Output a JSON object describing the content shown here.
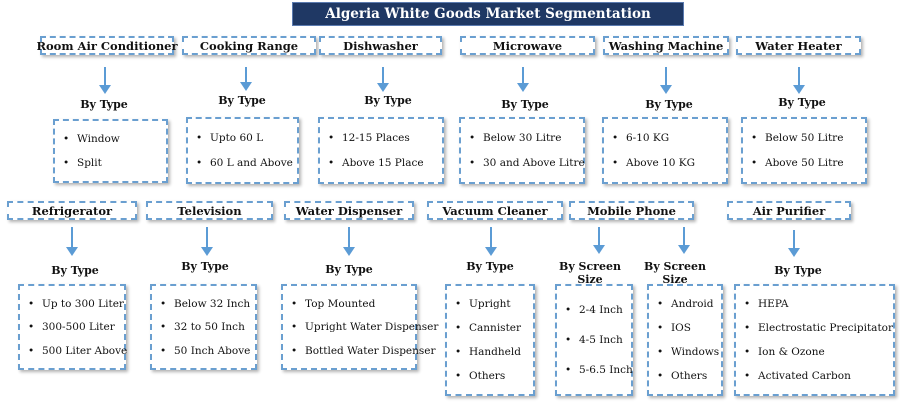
{
  "title": "Algeria White Goods Market Segmentation",
  "colors": {
    "title_bg": "#1f3864",
    "accent": "#5b9bd5",
    "border": "#6a9fd0"
  },
  "bullet_glyph": "•",
  "segments": [
    {
      "category": "Room Air Conditioner",
      "label": "By Type",
      "items": [
        "Window",
        "Split"
      ]
    },
    {
      "category": "Cooking Range",
      "label": "By Type",
      "items": [
        "Upto 60 L",
        "60 L and Above"
      ]
    },
    {
      "category": "Dishwasher",
      "label": "By Type",
      "items": [
        "12-15 Places",
        "Above 15 Place"
      ]
    },
    {
      "category": "Microwave",
      "label": "By Type",
      "items": [
        "Below 30 Litre",
        "30 and Above Litre"
      ]
    },
    {
      "category": "Washing Machine",
      "label": "By Type",
      "items": [
        "6-10 KG",
        "Above 10 KG"
      ]
    },
    {
      "category": "Water Heater",
      "label": "By Type",
      "items": [
        "Below 50 Litre",
        "Above 50 Litre"
      ]
    },
    {
      "category": "Refrigerator",
      "label": "By Type",
      "items": [
        "Up to 300 Liter",
        "300-500 Liter",
        "500 Liter Above"
      ]
    },
    {
      "category": "Television",
      "label": "By Type",
      "items": [
        "Below 32 Inch",
        "32 to 50 Inch",
        "50 Inch Above"
      ]
    },
    {
      "category": "Water Dispenser",
      "label": "By Type",
      "items": [
        "Top Mounted",
        "Upright Water Dispenser",
        "Bottled Water Dispenser"
      ]
    },
    {
      "category": "Vacuum Cleaner",
      "label": "By Type",
      "items": [
        "Upright",
        "Cannister",
        "Handheld",
        "Others"
      ]
    },
    {
      "category": "Mobile Phone",
      "label": "By Screen\nSize",
      "items": [
        "2-4 Inch",
        "4-5 Inch",
        "5-6.5 Inch"
      ]
    },
    {
      "category": "",
      "label": "By Screen\nSize",
      "items": [
        "Android",
        "IOS",
        "Windows",
        "Others"
      ]
    },
    {
      "category": "Air Purifier",
      "label": "By Type",
      "items": [
        "HEPA",
        "Electrostatic Precipitator",
        "Ion & Ozone",
        "Activated Carbon"
      ]
    }
  ]
}
